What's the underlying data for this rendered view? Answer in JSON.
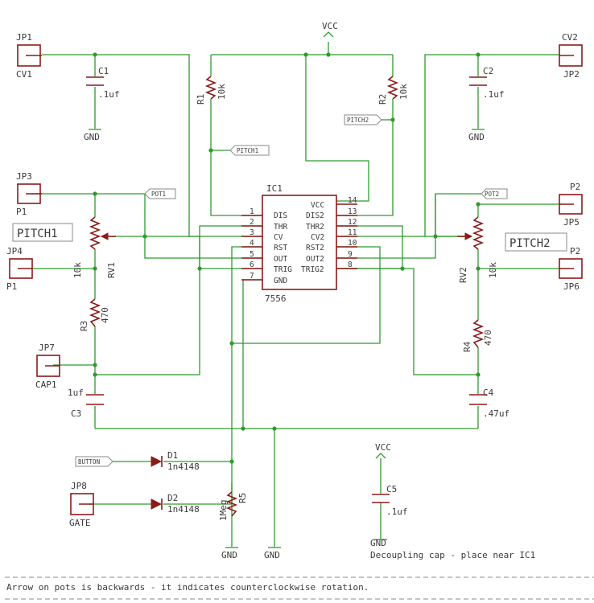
{
  "ic": {
    "ref": "IC1",
    "part": "7556",
    "left_pins": [
      {
        "num": "1",
        "name": "DIS"
      },
      {
        "num": "2",
        "name": "THR"
      },
      {
        "num": "3",
        "name": "CV"
      },
      {
        "num": "4",
        "name": "RST"
      },
      {
        "num": "5",
        "name": "OUT"
      },
      {
        "num": "6",
        "name": "TRIG"
      },
      {
        "num": "7",
        "name": "GND"
      }
    ],
    "right_pins": [
      {
        "num": "14",
        "name": "VCC"
      },
      {
        "num": "13",
        "name": "DIS2"
      },
      {
        "num": "12",
        "name": "THR2"
      },
      {
        "num": "11",
        "name": "CV2"
      },
      {
        "num": "10",
        "name": "RST2"
      },
      {
        "num": "9",
        "name": "OUT2"
      },
      {
        "num": "8",
        "name": "TRIG2"
      }
    ]
  },
  "power": {
    "vcc": "VCC",
    "gnd": "GND"
  },
  "connectors": {
    "jp1": {
      "ref": "JP1",
      "net": "CV1"
    },
    "jp2": {
      "ref": "JP2",
      "net": "CV2"
    },
    "jp3": {
      "ref": "JP3",
      "net": "P1"
    },
    "jp4": {
      "ref": "JP4",
      "net": "P1"
    },
    "jp5": {
      "ref": "JP5",
      "net": "P2"
    },
    "jp6": {
      "ref": "JP6",
      "net": "P2"
    },
    "jp7": {
      "ref": "JP7",
      "net": "CAP1"
    },
    "jp8": {
      "ref": "JP8",
      "net": "GATE"
    }
  },
  "components": {
    "c1": {
      "ref": "C1",
      "value": ".1uf"
    },
    "c2": {
      "ref": "C2",
      "value": ".1uf"
    },
    "c3": {
      "ref": "C3",
      "value": "1uf"
    },
    "c4": {
      "ref": "C4",
      "value": ".47uf"
    },
    "c5": {
      "ref": "C5",
      "value": ".1uf"
    },
    "r1": {
      "ref": "R1",
      "value": "10k"
    },
    "r2": {
      "ref": "R2",
      "value": "10k"
    },
    "r3": {
      "ref": "R3",
      "value": "470"
    },
    "r4": {
      "ref": "R4",
      "value": "470"
    },
    "r5": {
      "ref": "R5",
      "value": "1Meg"
    },
    "rv1": {
      "ref": "RV1",
      "value": "10k"
    },
    "rv2": {
      "ref": "RV2",
      "value": "10k"
    },
    "d1": {
      "ref": "D1",
      "value": "1n4148"
    },
    "d2": {
      "ref": "D2",
      "value": "1n4148"
    }
  },
  "net_labels": {
    "pitch1": "PITCH1",
    "pitch2": "PITCH2",
    "pot1": "POT1",
    "pot2": "POT2",
    "button": "BUTTON"
  },
  "panel_labels": {
    "pitch1": "PITCH1",
    "pitch2": "PITCH2"
  },
  "notes": {
    "decoupling": "Decoupling cap - place near IC1",
    "pots": "Arrow on pots is backwards - it indicates counterclockwise rotation."
  }
}
